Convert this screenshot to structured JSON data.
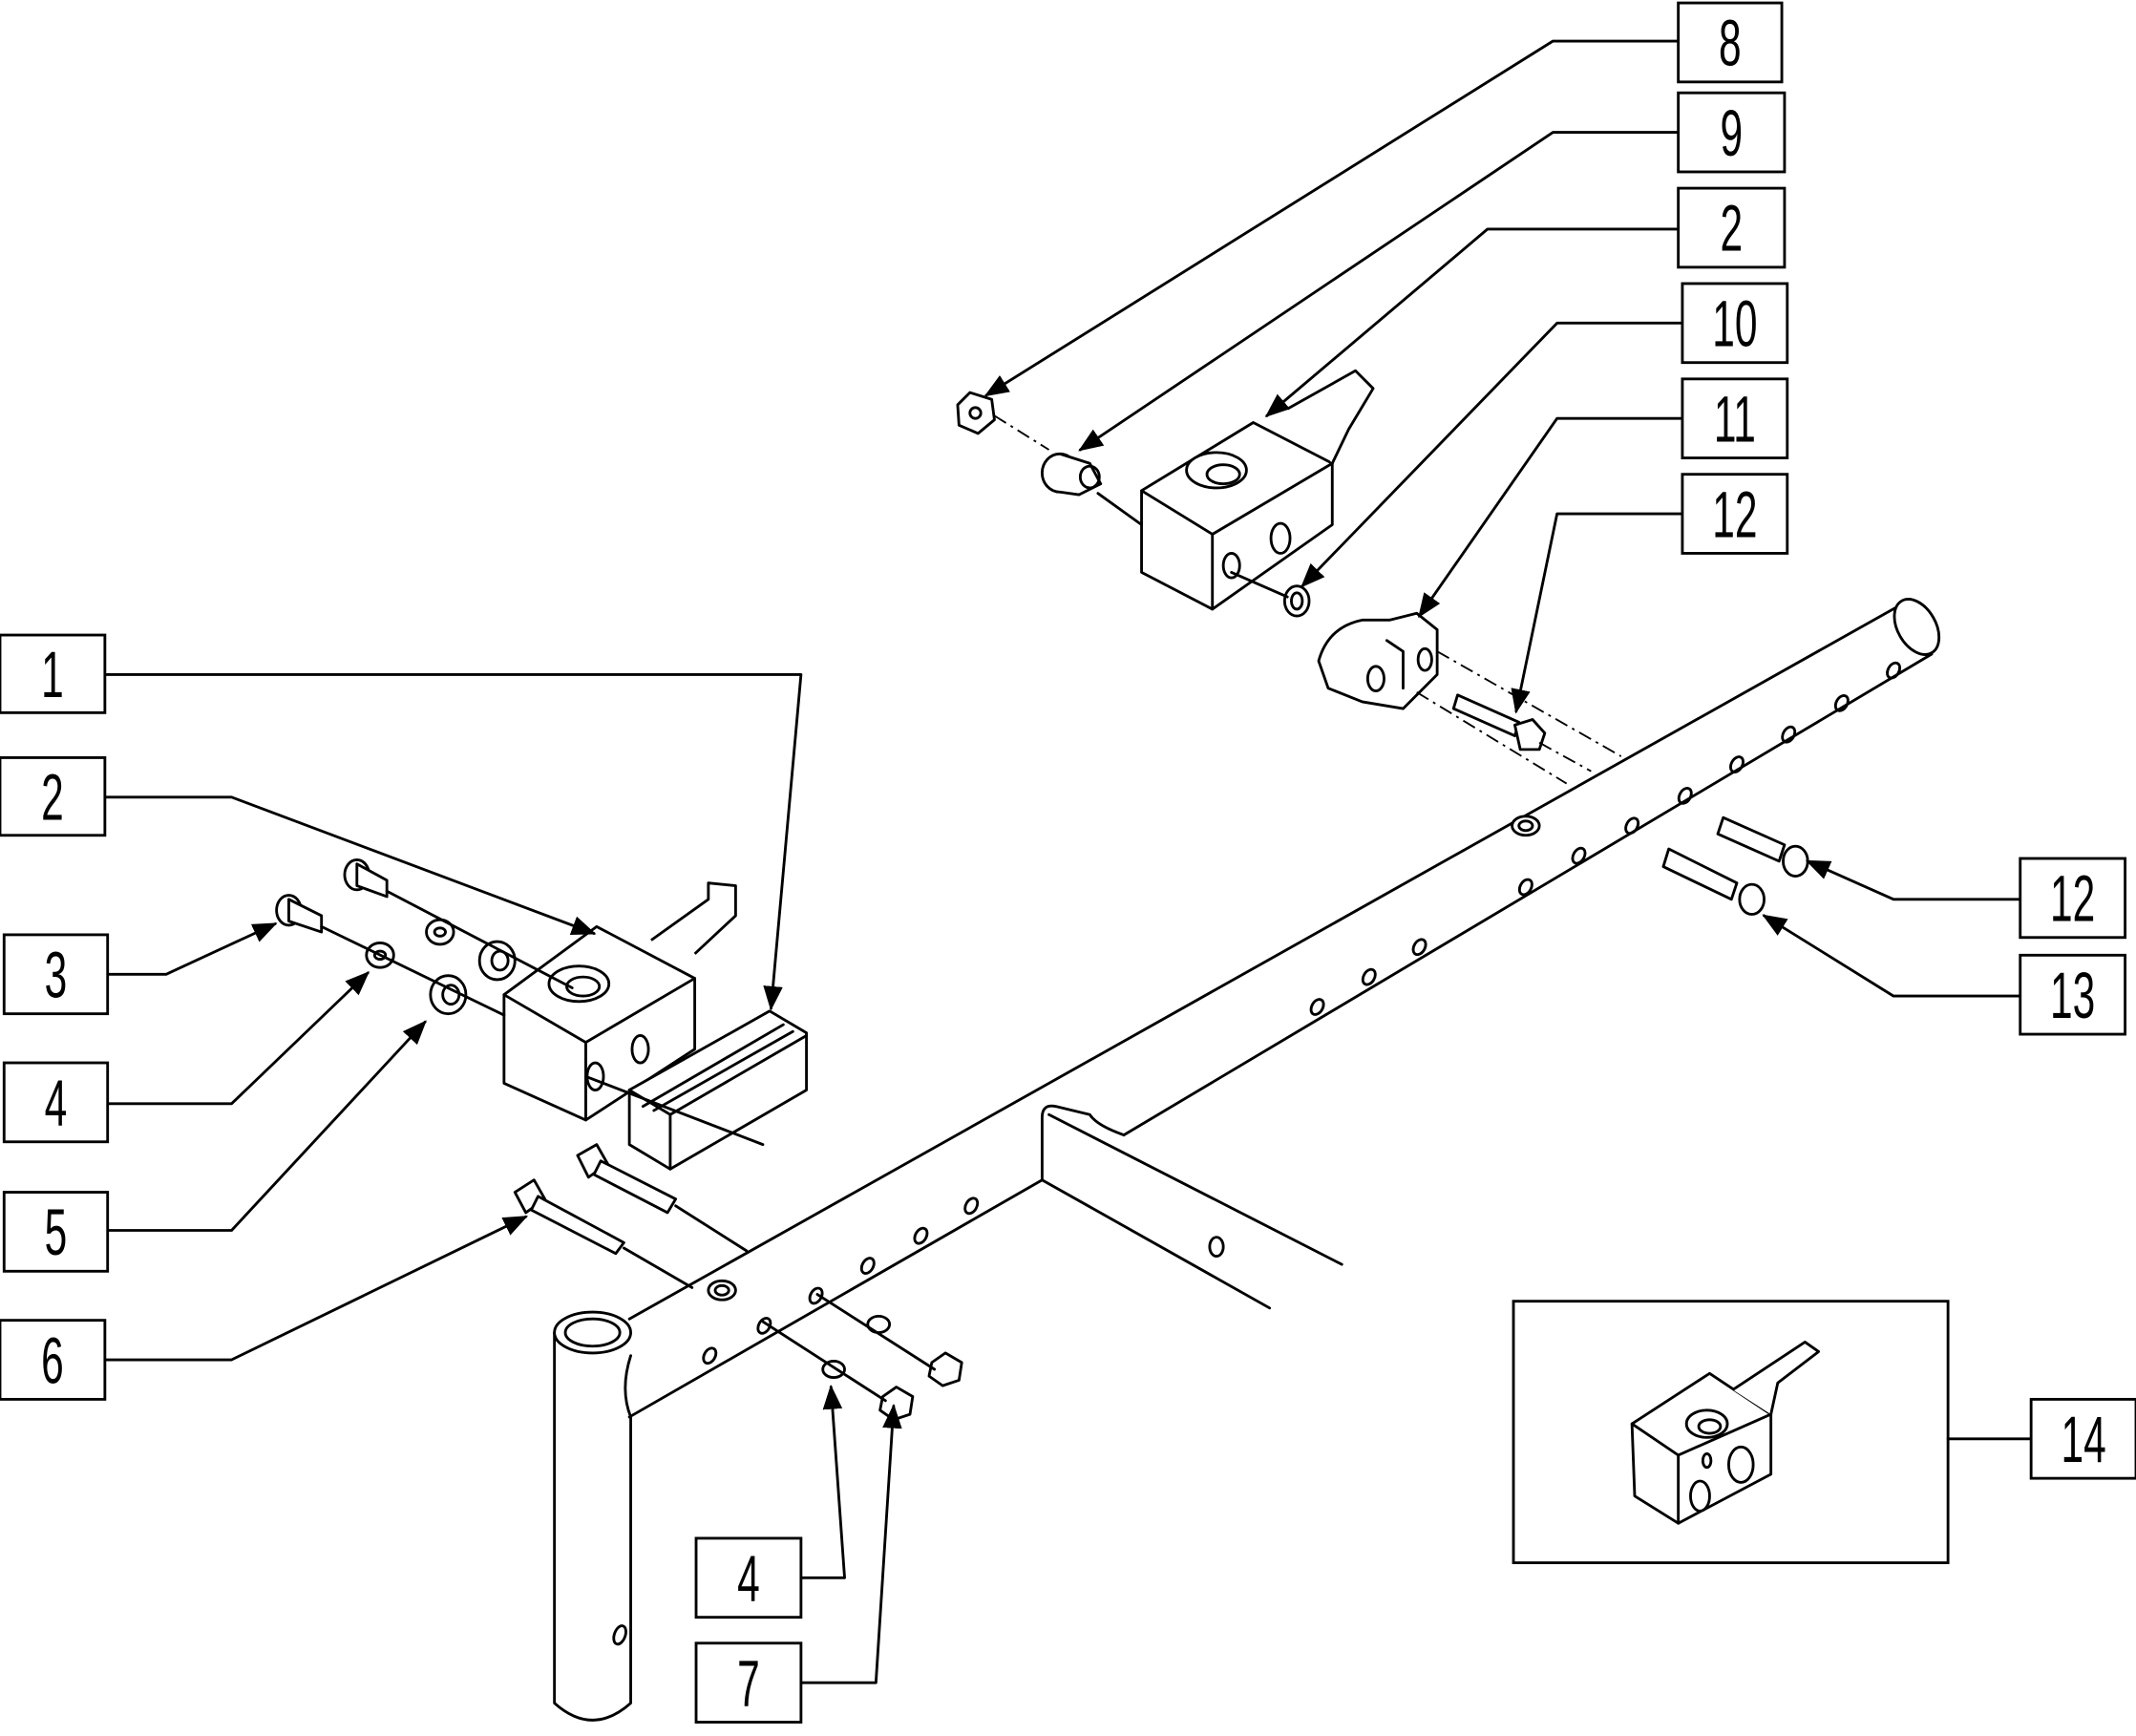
{
  "callouts": [
    {
      "label": "8"
    },
    {
      "label": "9"
    },
    {
      "label": "2"
    },
    {
      "label": "10"
    },
    {
      "label": "11"
    },
    {
      "label": "12"
    },
    {
      "label": "12"
    },
    {
      "label": "13"
    },
    {
      "label": "14"
    },
    {
      "label": "1"
    },
    {
      "label": "2"
    },
    {
      "label": "3"
    },
    {
      "label": "4"
    },
    {
      "label": "5"
    },
    {
      "label": "6"
    },
    {
      "label": "4"
    },
    {
      "label": "7"
    }
  ]
}
